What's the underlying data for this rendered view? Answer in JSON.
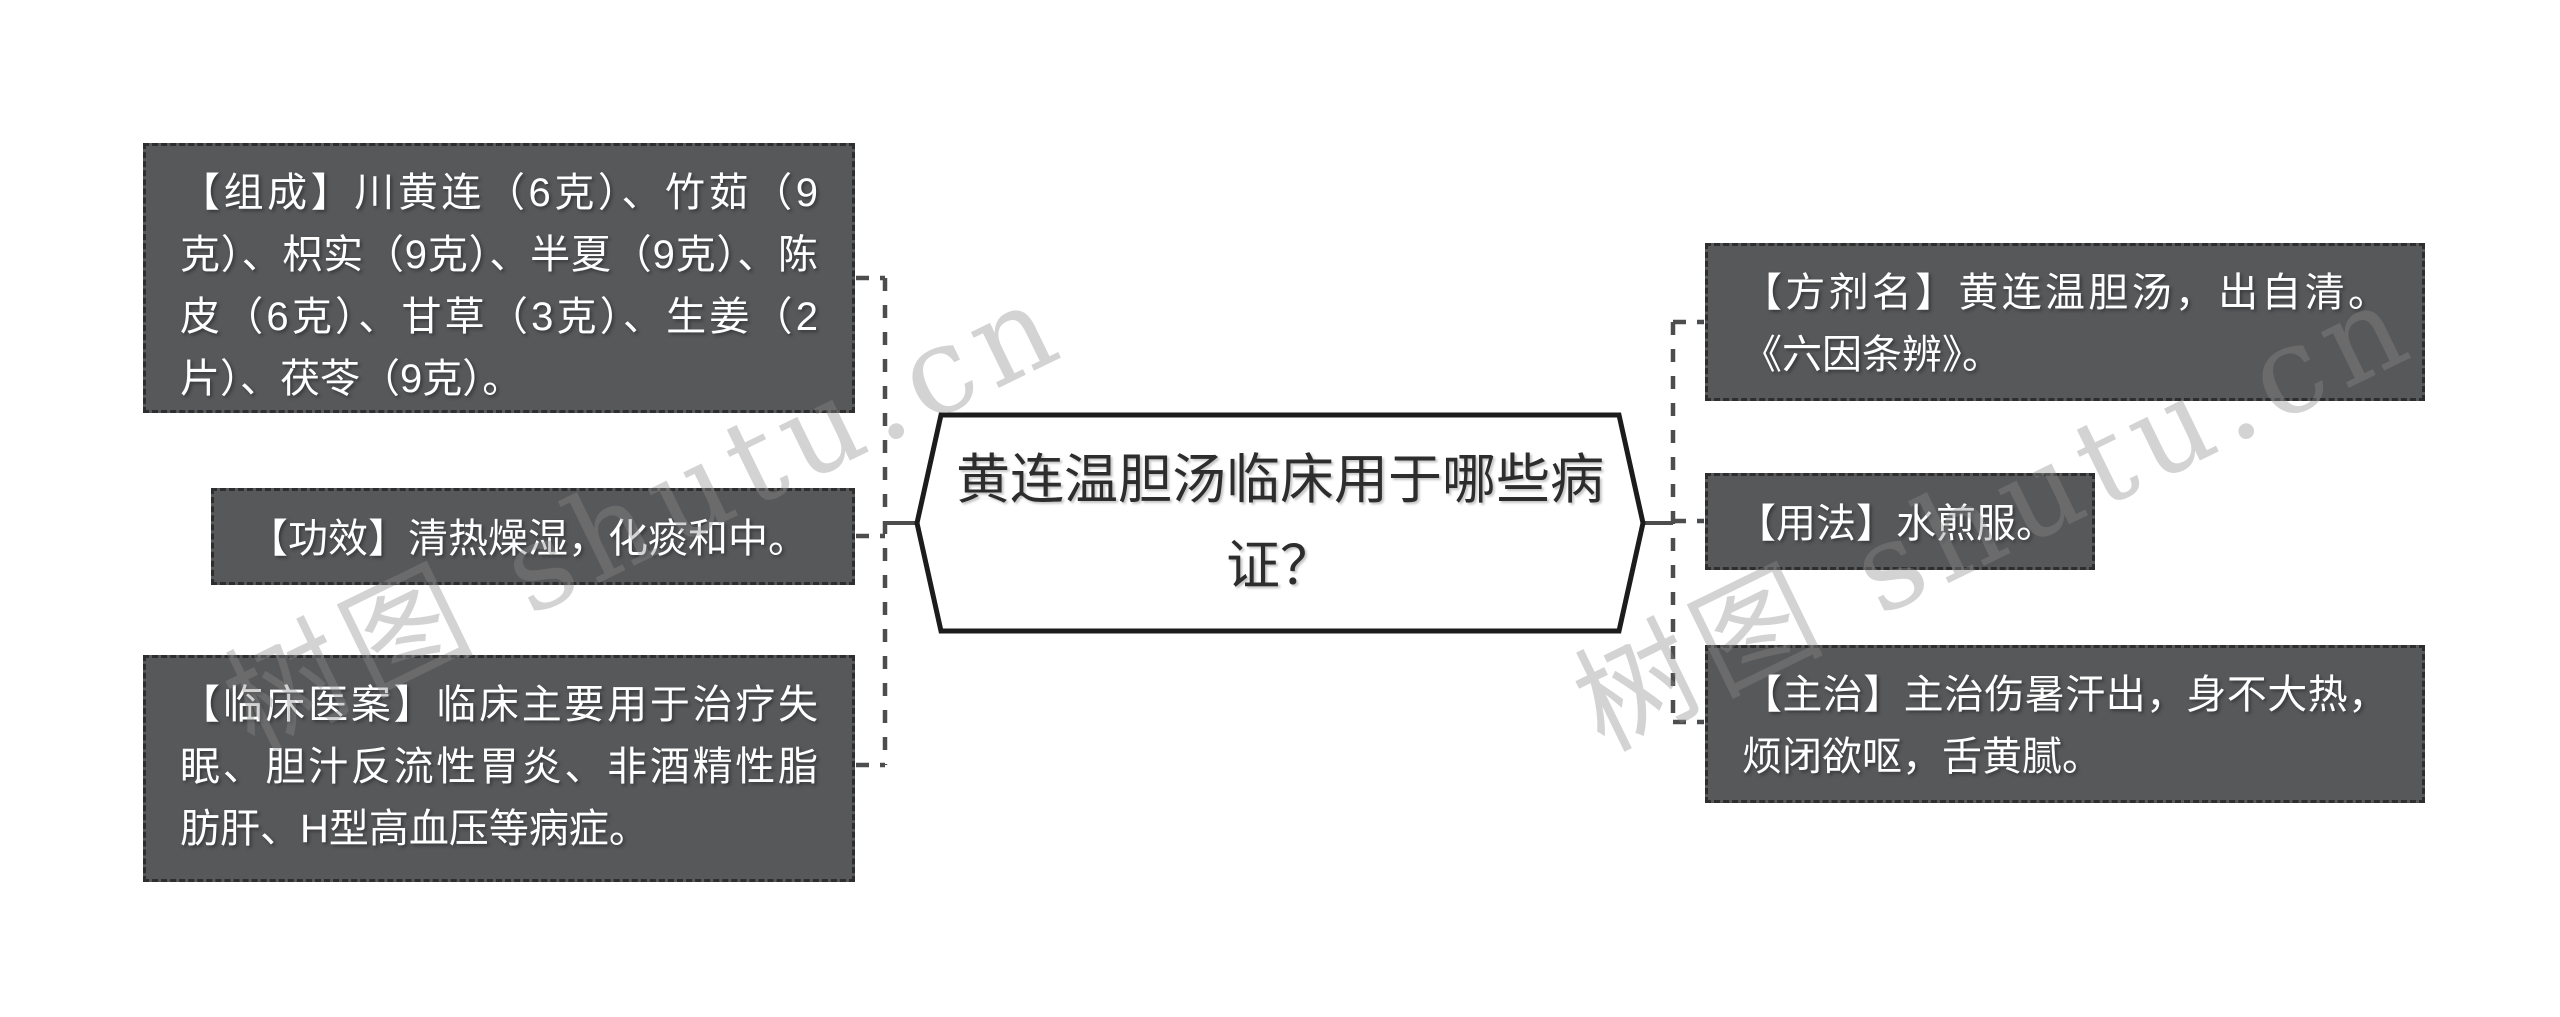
{
  "center": {
    "question": "黄连温胆汤临床用于哪些病证？"
  },
  "nodes": {
    "left": [
      {
        "id": "composition",
        "text": "【组成】川黄连（6克）、竹茹（9克）、枳实（9克）、半夏（9克）、陈皮（6克）、甘草（3克）、生姜（2片）、茯苓（9克）。"
      },
      {
        "id": "efficacy",
        "text": "【功效】清热燥湿，化痰和中。"
      },
      {
        "id": "clinical-cases",
        "text": "【临床医案】临床主要用于治疗失眠、胆汁反流性胃炎、非酒精性脂肪肝、H型高血压等病症。"
      }
    ],
    "right": [
      {
        "id": "formula-name",
        "text": "【方剂名】黄连温胆汤，出自清。《六因条辨》。"
      },
      {
        "id": "usage",
        "text": "【用法】水煎服。"
      },
      {
        "id": "indications",
        "text": "【主治】主治伤暑汗出，身不大热，烦闭欲呕，舌黄腻。"
      }
    ]
  },
  "watermark": {
    "text": "树图 shutu.cn"
  },
  "colors": {
    "node_fill": "#57585a",
    "node_border": "#2e2e2e",
    "node_text": "#ffffff",
    "center_fill": "#ffffff",
    "center_border": "#1c1c1c",
    "center_text": "#2d2d2d",
    "connector": "#4d4d4d",
    "watermark": "#8c8c8c",
    "background": "#ffffff"
  }
}
